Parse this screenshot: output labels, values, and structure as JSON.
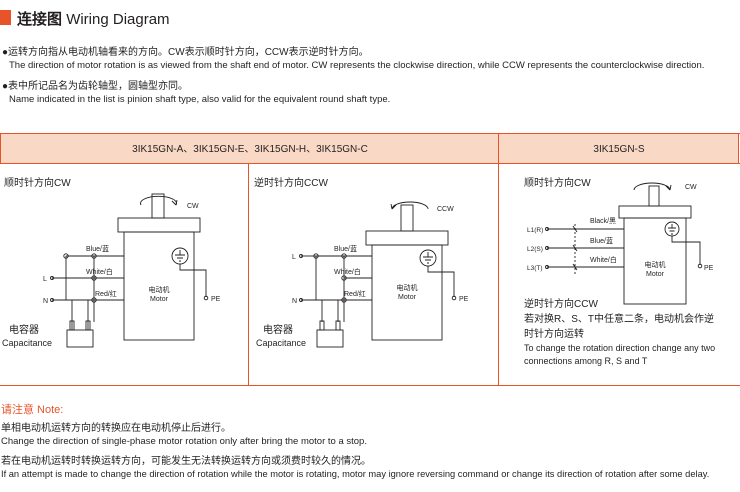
{
  "header": {
    "title_cn": "连接图",
    "title_en": "Wiring Diagram"
  },
  "intro": {
    "line1_cn": "●运转方向指从电动机轴看来的方向。CW表示顺时针方向，CCW表示逆时针方向。",
    "line1_en": "The direction of motor rotation is as viewed from the shaft end of motor. CW represents the clockwise direction, while CCW represents the counterclockwise direction.",
    "line2_cn": "●表中所记品名为齿轮轴型，圆轴型亦同。",
    "line2_en": "Name indicated in the list is pinion shaft type, also valid for the equivalent round shaft type."
  },
  "table": {
    "col1_header": "3IK15GN-A、3IK15GN-E、3IK15GN-H、3IK15GN-C",
    "col2_header": "3IK15GN-S"
  },
  "diagram_cw": {
    "heading": "顺时针方向CW",
    "rotation": "CW",
    "blue": "Blue/蓝",
    "white": "White/白",
    "red": "Red/红",
    "L": "L",
    "N": "N",
    "motor_cn": "电动机",
    "motor_en": "Motor",
    "pe": "PE",
    "cap_cn": "电容器",
    "cap_en": "Capacitance"
  },
  "diagram_ccw": {
    "heading": "逆时针方向CCW",
    "rotation": "CCW",
    "blue": "Blue/蓝",
    "white": "White/白",
    "red": "Red/红",
    "L": "L",
    "N": "N",
    "motor_cn": "电动机",
    "motor_en": "Motor",
    "pe": "PE",
    "cap_cn": "电容器",
    "cap_en": "Capacitance"
  },
  "diagram_3ph": {
    "heading": "顺时针方向CW",
    "rotation": "CW",
    "black": "Black/黑",
    "blue": "Blue/蓝",
    "white": "White/白",
    "L1": "L1(R)",
    "L2": "L2(S)",
    "L3": "L3(T)",
    "motor_cn": "电动机",
    "motor_en": "Motor",
    "pe": "PE",
    "ccw_heading": "逆时针方向CCW",
    "ccw_cn_1": "若对换R、S、T中任意二条，电动机会作逆",
    "ccw_cn_2": "时针方向运转",
    "ccw_en_1": "To change the rotation direction change any two",
    "ccw_en_2": "connections among R, S and T"
  },
  "notes": {
    "heading": "请注意 Note:",
    "n1_cn": "单相电动机运转方向的转换应在电动机停止后进行。",
    "n1_en": "Change the direction of single-phase motor rotation only after bring the motor to a stop.",
    "n2_cn": "若在电动机运转时转换运转方向，可能发生无法转换运转方向或须费时较久的情况。",
    "n2_en": "If an attempt is made to change the direction of rotation while the motor is rotating, motor may ignore reversing command or change its direction of rotation after some delay."
  },
  "colors": {
    "accent": "#e8542a",
    "header_fill": "#f9d8c5",
    "line": "#231f20"
  }
}
